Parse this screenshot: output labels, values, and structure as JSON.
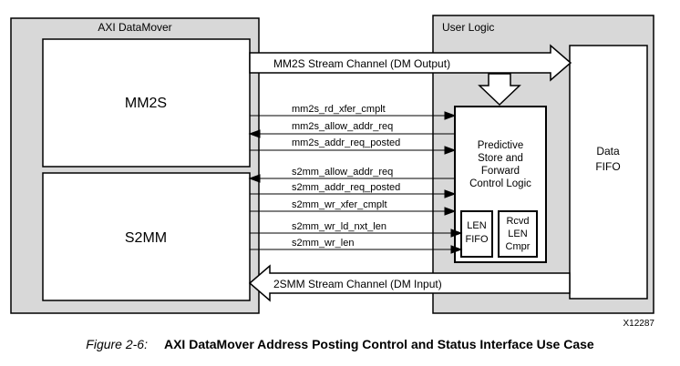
{
  "blocks": {
    "axi_datamover": "AXI DataMover",
    "user_logic": "User Logic",
    "mm2s": "MM2S",
    "s2mm": "S2MM",
    "data_fifo": [
      "Data",
      "FIFO"
    ],
    "control_logic": [
      "Predictive",
      "Store and",
      "Forward",
      "Control Logic"
    ],
    "len_fifo": [
      "LEN",
      "FIFO"
    ],
    "rcvd_len_cmpr": [
      "Rcvd",
      "LEN",
      "Cmpr"
    ]
  },
  "channels": {
    "mm2s_stream": "MM2S Stream Channel (DM Output)",
    "s2mm_stream": "2SMM Stream Channel (DM Input)"
  },
  "signals": [
    {
      "label": "mm2s_rd_xfer_cmplt",
      "direction": "right"
    },
    {
      "label": "mm2s_allow_addr_req",
      "direction": "left"
    },
    {
      "label": "mm2s_addr_req_posted",
      "direction": "right"
    },
    {
      "label": "s2mm_allow_addr_req",
      "direction": "left"
    },
    {
      "label": "s2mm_addr_req_posted",
      "direction": "right"
    },
    {
      "label": "s2mm_wr_xfer_cmplt",
      "direction": "right"
    },
    {
      "label": "s2mm_wr_ld_nxt_len",
      "direction": "right"
    },
    {
      "label": "s2mm_wr_len",
      "direction": "right"
    }
  ],
  "figure_id": "X12287",
  "caption": {
    "number": "Figure 2-6:",
    "title": "AXI DataMover Address Posting Control and Status Interface Use Case"
  }
}
